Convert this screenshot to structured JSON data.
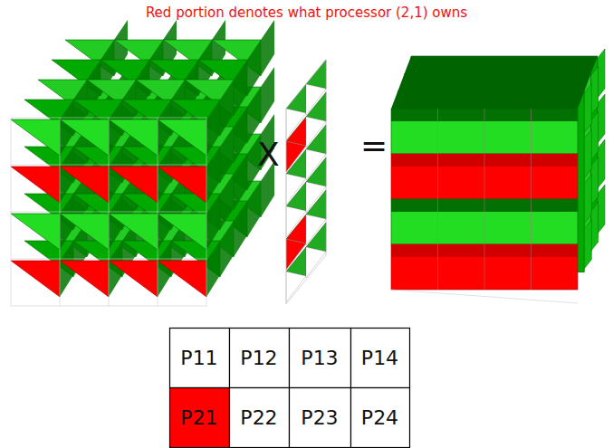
{
  "diagram": {
    "title": "Red portion denotes what processor (2,1) owns",
    "labels": [
      "X",
      "=",
      "P11",
      "P12",
      "P13",
      "P14",
      "P21",
      "P22",
      "P23",
      "P24"
    ]
  }
}
